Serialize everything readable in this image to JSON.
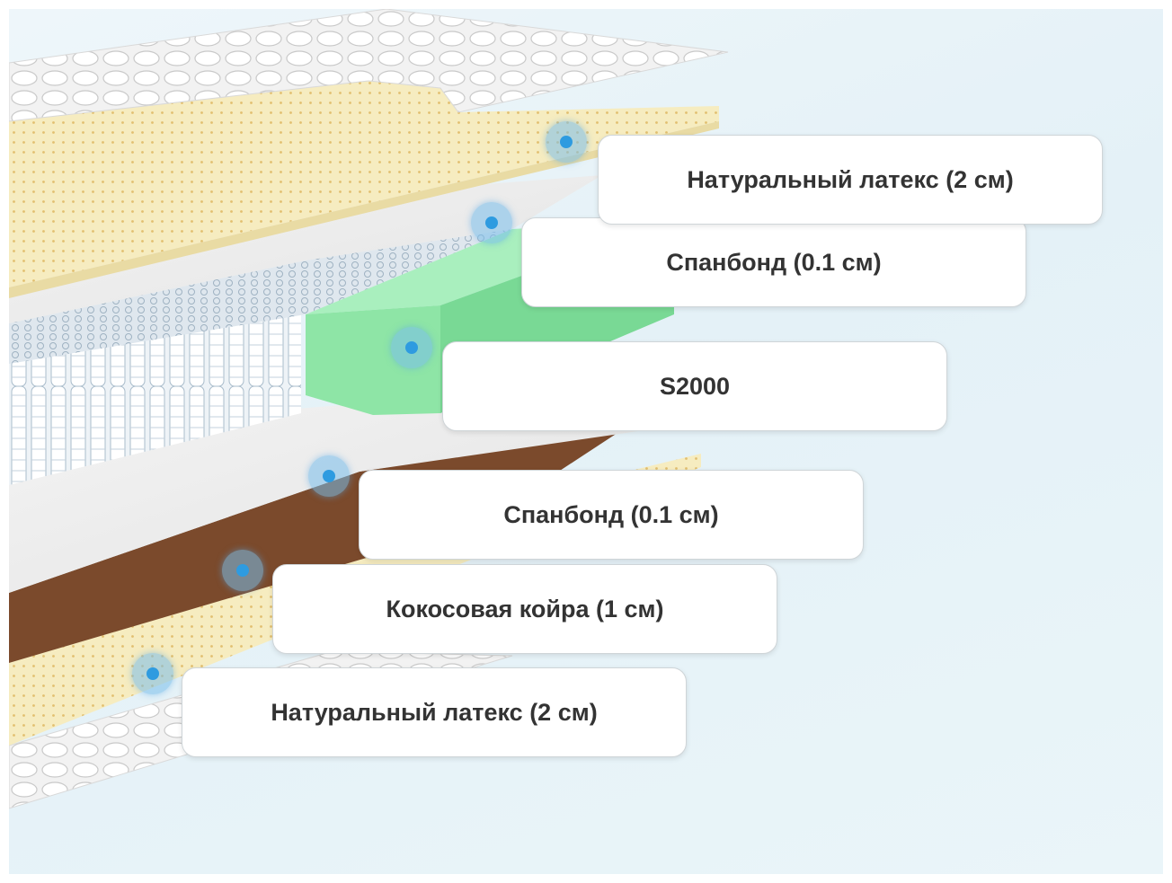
{
  "layers": [
    {
      "label": "Натуральный латекс (2 см)"
    },
    {
      "label": "Спанбонд (0.1 см)"
    },
    {
      "label": "S2000"
    },
    {
      "label": "Спанбонд (0.1 см)"
    },
    {
      "label": "Кокосовая койра (1 см)"
    },
    {
      "label": "Натуральный латекс (2 см)"
    }
  ],
  "colors": {
    "latex": "#f6ecc0",
    "spunbond": "#ebebeb",
    "foam": "#8ee5a6",
    "coconut": "#7b4a2c",
    "springs": "#d2dde6",
    "marker": "#2e9be0"
  }
}
